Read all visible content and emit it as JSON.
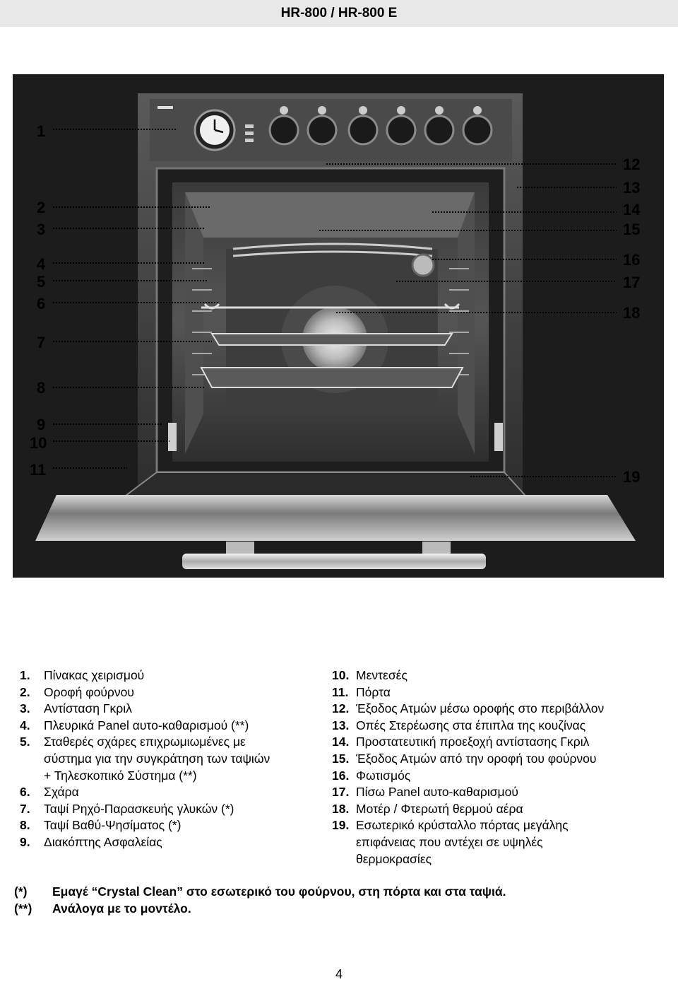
{
  "header": {
    "title": "HR-800 / HR-800 E"
  },
  "diagram": {
    "callouts_left": [
      "1",
      "2",
      "3",
      "4",
      "5",
      "6",
      "7",
      "8",
      "9",
      "10",
      "11"
    ],
    "callouts_right": [
      "12",
      "13",
      "14",
      "15",
      "16",
      "17",
      "18",
      "19"
    ]
  },
  "legend_left": [
    {
      "num": "1.",
      "text": "Πίνακας χειρισμού"
    },
    {
      "num": "2.",
      "text": "Οροφή φούρνου"
    },
    {
      "num": "3.",
      "text": "Αντίσταση Γκριλ"
    },
    {
      "num": "4.",
      "text": "Πλευρικά Panel αυτο-καθαρισμού (**)"
    },
    {
      "num": "5.",
      "text": "Σταθερές σχάρες επιχρωμιωμένες με"
    },
    {
      "num": "",
      "text": "σύστημα για την συγκράτηση των ταψιών"
    },
    {
      "num": "",
      "text": "+ Τηλεσκοπικό Σύστημα (**)"
    },
    {
      "num": "6.",
      "text": "Σχάρα"
    },
    {
      "num": "7.",
      "text": "Ταψί Ρηχό-Παρασκευής γλυκών (*)"
    },
    {
      "num": "8.",
      "text": "Ταψί Βαθύ-Ψησίματος (*)"
    },
    {
      "num": "9.",
      "text": "Διακόπτης Ασφαλείας"
    }
  ],
  "legend_right": [
    {
      "num": "10.",
      "text": "Μεντεσές"
    },
    {
      "num": "11.",
      "text": "Πόρτα"
    },
    {
      "num": "12.",
      "text": "Έξοδος Ατμών μέσω οροφής στο περιβάλλον"
    },
    {
      "num": "13.",
      "text": "Οπές Στερέωσης στα έπιπλα της κουζίνας"
    },
    {
      "num": "14.",
      "text": "Προστατευτική προεξοχή αντίστασης Γκριλ"
    },
    {
      "num": "15.",
      "text": "Έξοδος Ατμών από την οροφή του φούρνου"
    },
    {
      "num": "16.",
      "text": "Φωτισμός"
    },
    {
      "num": "17.",
      "text": "Πίσω Panel αυτο-καθαρισμού"
    },
    {
      "num": "18.",
      "text": "Μοτέρ / Φτερωτή θερμού αέρα"
    },
    {
      "num": "19.",
      "text": "Εσωτερικό κρύσταλλο πόρτας μεγάλης"
    },
    {
      "num": "",
      "text": "επιφάνειας που αντέχει σε υψηλές"
    },
    {
      "num": "",
      "text": "θερμοκρασίες"
    }
  ],
  "notes": [
    {
      "mark": "(*)",
      "text": "Εμαγέ “Crystal Clean” στο εσωτερικό του φούρνου, στη πόρτα και στα ταψιά."
    },
    {
      "mark": "(**)",
      "text": "Ανάλογα με το μοντέλο."
    }
  ],
  "page_number": "4"
}
